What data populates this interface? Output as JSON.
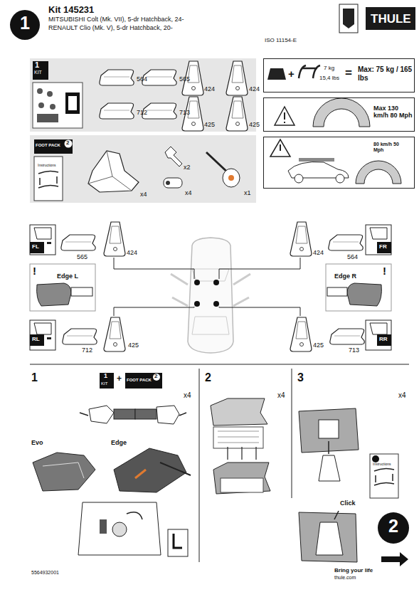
{
  "diagram": {
    "title": "Kit 145231",
    "nodes": [
      {
        "text": [
          "1"
        ]
      },
      {
        "text": [
          "1",
          "KIT"
        ]
      },
      {
        "text": [
          "FOOT PACK",
          "2"
        ]
      },
      {
        "text": [
          "+",
          "7 kg",
          "15,4 lbs",
          "=",
          "Max: 75 kg / 165 lbs"
        ]
      },
      {
        "text": [
          "Max 130 km/h 80 Mph"
        ]
      },
      {
        "text": [
          "80 km/h 50 Mph"
        ]
      },
      {
        "text": [
          "2"
        ]
      }
    ],
    "labels": [
      "MITSUBISHI Colt (Mk. VII), 5-dr Hatchback, 24-",
      "RENAULT Clio (Mk. V), 5-dr Hatchback, 20-",
      "ISO 11154-E",
      "THULE",
      "564",
      "565",
      "424",
      "424",
      "712",
      "713",
      "425",
      "425",
      "Instructions",
      "x4",
      "x2",
      "x4",
      "x1",
      "FL",
      "565",
      "424",
      "424",
      "564",
      "FR",
      "!",
      "Edge L",
      "Edge R",
      "!",
      "RL",
      "712",
      "425",
      "425",
      "713",
      "RR",
      "1",
      "1",
      "KIT",
      "+",
      "FOOT PACK",
      "2",
      "x4",
      "Evo",
      "Edge",
      "2",
      "x4",
      "3",
      "x4",
      "Instructions",
      "Click",
      "5564932001",
      "Bring your life",
      "thule.com"
    ]
  }
}
